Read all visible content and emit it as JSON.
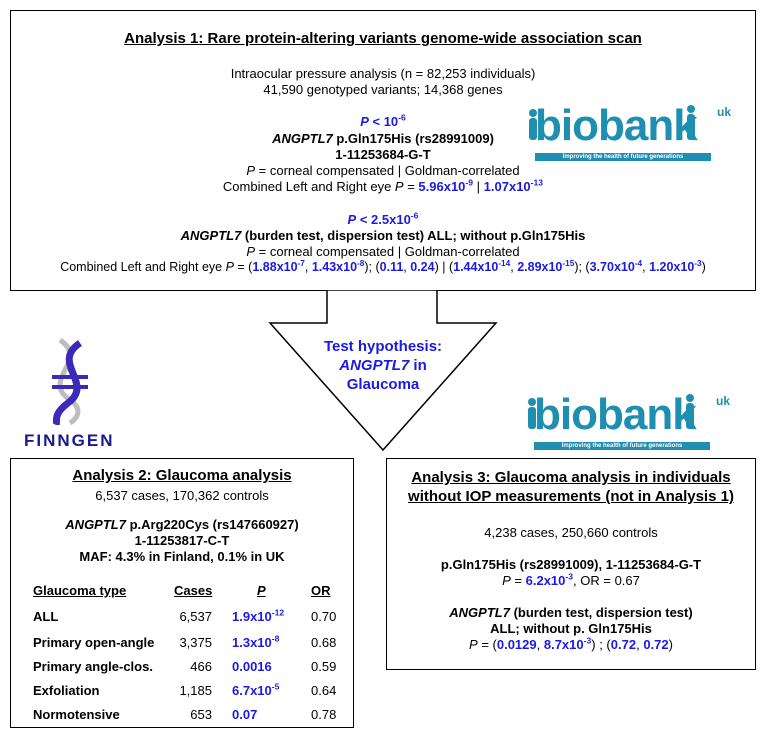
{
  "analysis1": {
    "title": "Analysis 1: Rare protein-altering variants genome-wide association scan",
    "line1": "Intraocular pressure analysis (n = 82,253 individuals)",
    "line2": "41,590 genotyped variants; 14,368 genes",
    "thr1_p": "P",
    "thr1_rest": " < 10",
    "thr1_exp": "-6",
    "gene": "ANGPTL7",
    "variant": " p.Gln175His (rs28991009)",
    "locus": "1-11253684-G-T",
    "pnote_p": "P",
    "pnote_rest": " = corneal compensated | Goldman-correlated",
    "comb_pre": "Combined Left and Right eye ",
    "comb_p": "P",
    "comb_eq": " = ",
    "v1": "5.96x10",
    "v1e": "-9",
    "sep": " |  ",
    "v2": "1.07x10",
    "v2e": "-13",
    "thr2_p": "P",
    "thr2_rest": " < 2.5x10",
    "thr2_exp": "-6",
    "burden_gene": "ANGPTL7",
    "burden_rest": " (burden test, dispersion test) ALL; without p.Gln175His",
    "pnote2_p": "P",
    "pnote2_rest": " = corneal compensated | Goldman-correlated",
    "comb2_pre": "Combined Left and Right eye ",
    "comb2_p": "P",
    "comb2_eq": " = (",
    "c1": "1.88x10",
    "c1e": "-7",
    "c2": "1.43x10",
    "c2e": "-8",
    "mid1": "); (",
    "c3": "0.11",
    "c4": "0.24",
    "mid2": ") | (",
    "c5": "1.44x10",
    "c5e": "-14",
    "c6": "2.89x10",
    "c6e": "-15",
    "mid3": "); (",
    "c7": "3.70x10",
    "c7e": "-4",
    "c8": "1.20x10",
    "c8e": "-3",
    "comma": ", ",
    "close": ")"
  },
  "arrow": {
    "line1": "Test hypothesis:",
    "line2": "ANGPTL7",
    "line2b": " in",
    "line3": "Glaucoma"
  },
  "logos": {
    "biobank_word": "biobank",
    "biobank_uk": "uk",
    "biobank_tagline": "Improving the health of future generations",
    "finngen": "FINNGEN"
  },
  "analysis2": {
    "title": "Analysis 2: Glaucoma analysis",
    "counts": "6,537 cases, 170,362 controls",
    "gene": "ANGPTL7",
    "variant": " p.Arg220Cys (rs147660927)",
    "locus": "1-11253817-C-T",
    "maf": "MAF: 4.3% in Finland, 0.1% in UK",
    "table": {
      "headers": [
        "Glaucoma type",
        "Cases",
        "P",
        "OR"
      ],
      "rows": [
        {
          "type": "ALL",
          "cases": "6,537",
          "p": "1.9x10",
          "pe": "-12",
          "or": "0.70"
        },
        {
          "type": "Primary open-angle",
          "cases": "3,375",
          "p": "1.3x10",
          "pe": "-8",
          "or": "0.68"
        },
        {
          "type": "Primary angle-clos.",
          "cases": "466",
          "p": "0.0016",
          "pe": "",
          "or": "0.59"
        },
        {
          "type": "Exfoliation",
          "cases": "1,185",
          "p": "6.7x10",
          "pe": "-5",
          "or": "0.64"
        },
        {
          "type": "Normotensive",
          "cases": "653",
          "p": "0.07",
          "pe": "",
          "or": "0.78"
        }
      ]
    }
  },
  "analysis3": {
    "title1": "Analysis 3: Glaucoma analysis in individuals",
    "title2": "without IOP measurements (not in Analysis 1)",
    "counts": "4,238 cases, 250,660 controls",
    "variant": "p.Gln175His (rs28991009), 1-11253684-G-T",
    "p_label": "P",
    "p_eq": " = ",
    "p_val": "6.2x10",
    "p_exp": "-3",
    "or_text": ", OR = 0.67",
    "burden_gene": "ANGPTL7",
    "burden_rest": " (burden test, dispersion test)",
    "burden_line2": "ALL; without p. Gln175His",
    "b_p": "P",
    "b_eq": " = (",
    "b1": "0.0129",
    "b2": "8.7x10",
    "b2e": "-3",
    "b_mid": ") ; (",
    "b3": "0.72",
    "b4": "0.72",
    "comma": ", ",
    "close": ")"
  }
}
